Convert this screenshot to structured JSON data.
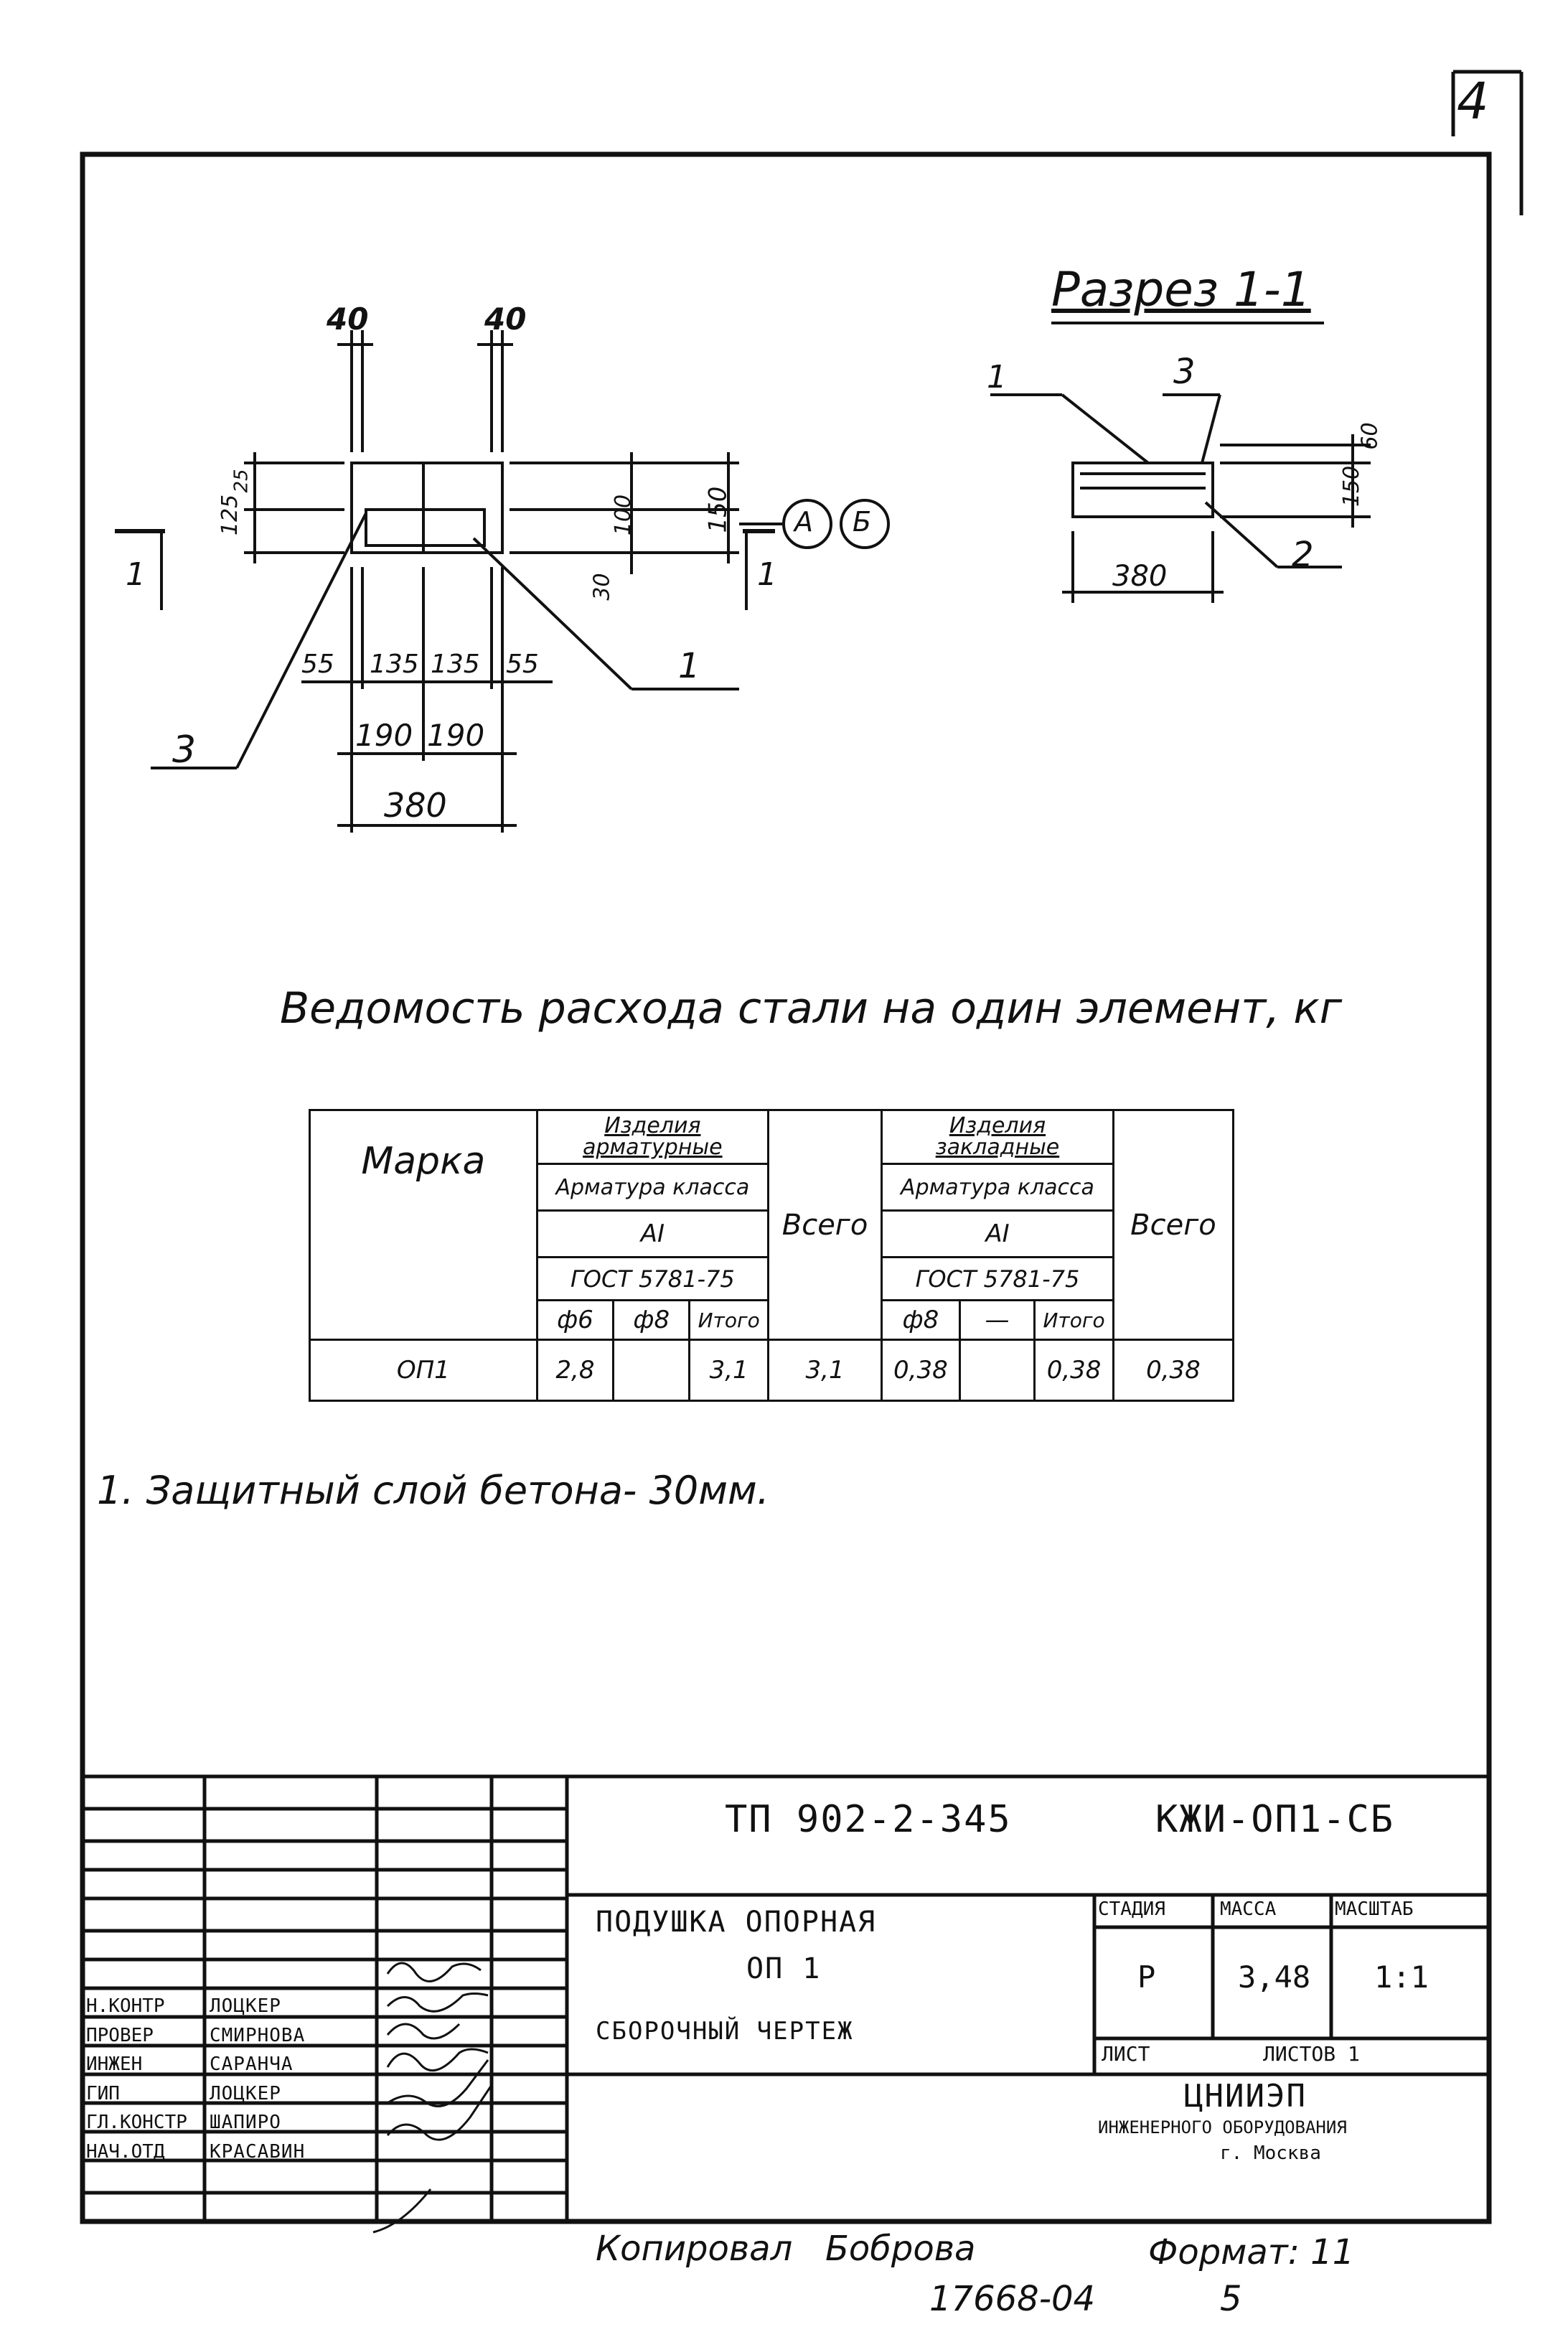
{
  "sheet_number": "4",
  "section": {
    "title": "Разрез 1-1",
    "callouts": [
      "1",
      "3",
      "2"
    ],
    "dims": {
      "top": "60",
      "height": "150",
      "width": "380"
    }
  },
  "plan": {
    "top_dims": [
      "40",
      "40"
    ],
    "left_dims": [
      "125",
      "25"
    ],
    "right_dims": [
      "100",
      "30",
      "150"
    ],
    "cut_mark": "1",
    "axes": [
      "А",
      "Б"
    ],
    "bottom_dims_row1": [
      "55",
      "135",
      "135",
      "55"
    ],
    "bottom_dims_row2": [
      "190",
      "190"
    ],
    "bottom_dims_total": "380",
    "callouts": [
      "1",
      "3"
    ]
  },
  "steel_table": {
    "title": "Ведомость расхода стали на один элемент, кг",
    "mark_header": "Марка",
    "group1_header": "Изделия арматурные",
    "group2_header": "Изделия закладные",
    "rebar_class_label": "Арматура класса",
    "class_value": "АI",
    "gost": "ГОСТ 5781-75",
    "total_label": "Всего",
    "sub1": [
      "ф6",
      "ф8",
      "Итого"
    ],
    "sub2": [
      "ф8",
      "—",
      "Итого"
    ],
    "row": {
      "mark": "ОП1",
      "v1": "2,8",
      "v2": "",
      "v3": "3,1",
      "v4": "3,1",
      "v5": "0,38",
      "v6": "",
      "v7": "0,38",
      "v8": "0,38"
    }
  },
  "note": "1. Защитный слой бетона- 30мм.",
  "title_block": {
    "project_code": "ТП 902-2-345",
    "doc_code": "КЖИ-ОП1-СБ",
    "name_line1": "Подушка опорная",
    "name_line2": "ОП 1",
    "name_line3": "Сборочный чертеж",
    "stage_label": "Стадия",
    "mass_label": "Масса",
    "scale_label": "Масштаб",
    "stage_value": "Р",
    "mass_value": "3,48",
    "scale_value": "1:1",
    "sheet_label": "Лист",
    "sheets_label": "Листов 1",
    "org_line1": "ЦНИИЭП",
    "org_line2": "инженерного оборудования",
    "org_line3": "г. Москва",
    "roles": [
      "Н.контр",
      "Провер",
      "Инжен",
      "ГИП",
      "Гл.констр",
      "Нач.отд"
    ],
    "names": [
      "Лоцкер",
      "Смирнова",
      "Саранча",
      "Лоцкер",
      "Шапиро",
      "Красавин"
    ]
  },
  "footer": {
    "copied": "Копировал",
    "copier": "Боброва",
    "format": "Формат: 11",
    "number": "17668-04",
    "page": "5"
  }
}
